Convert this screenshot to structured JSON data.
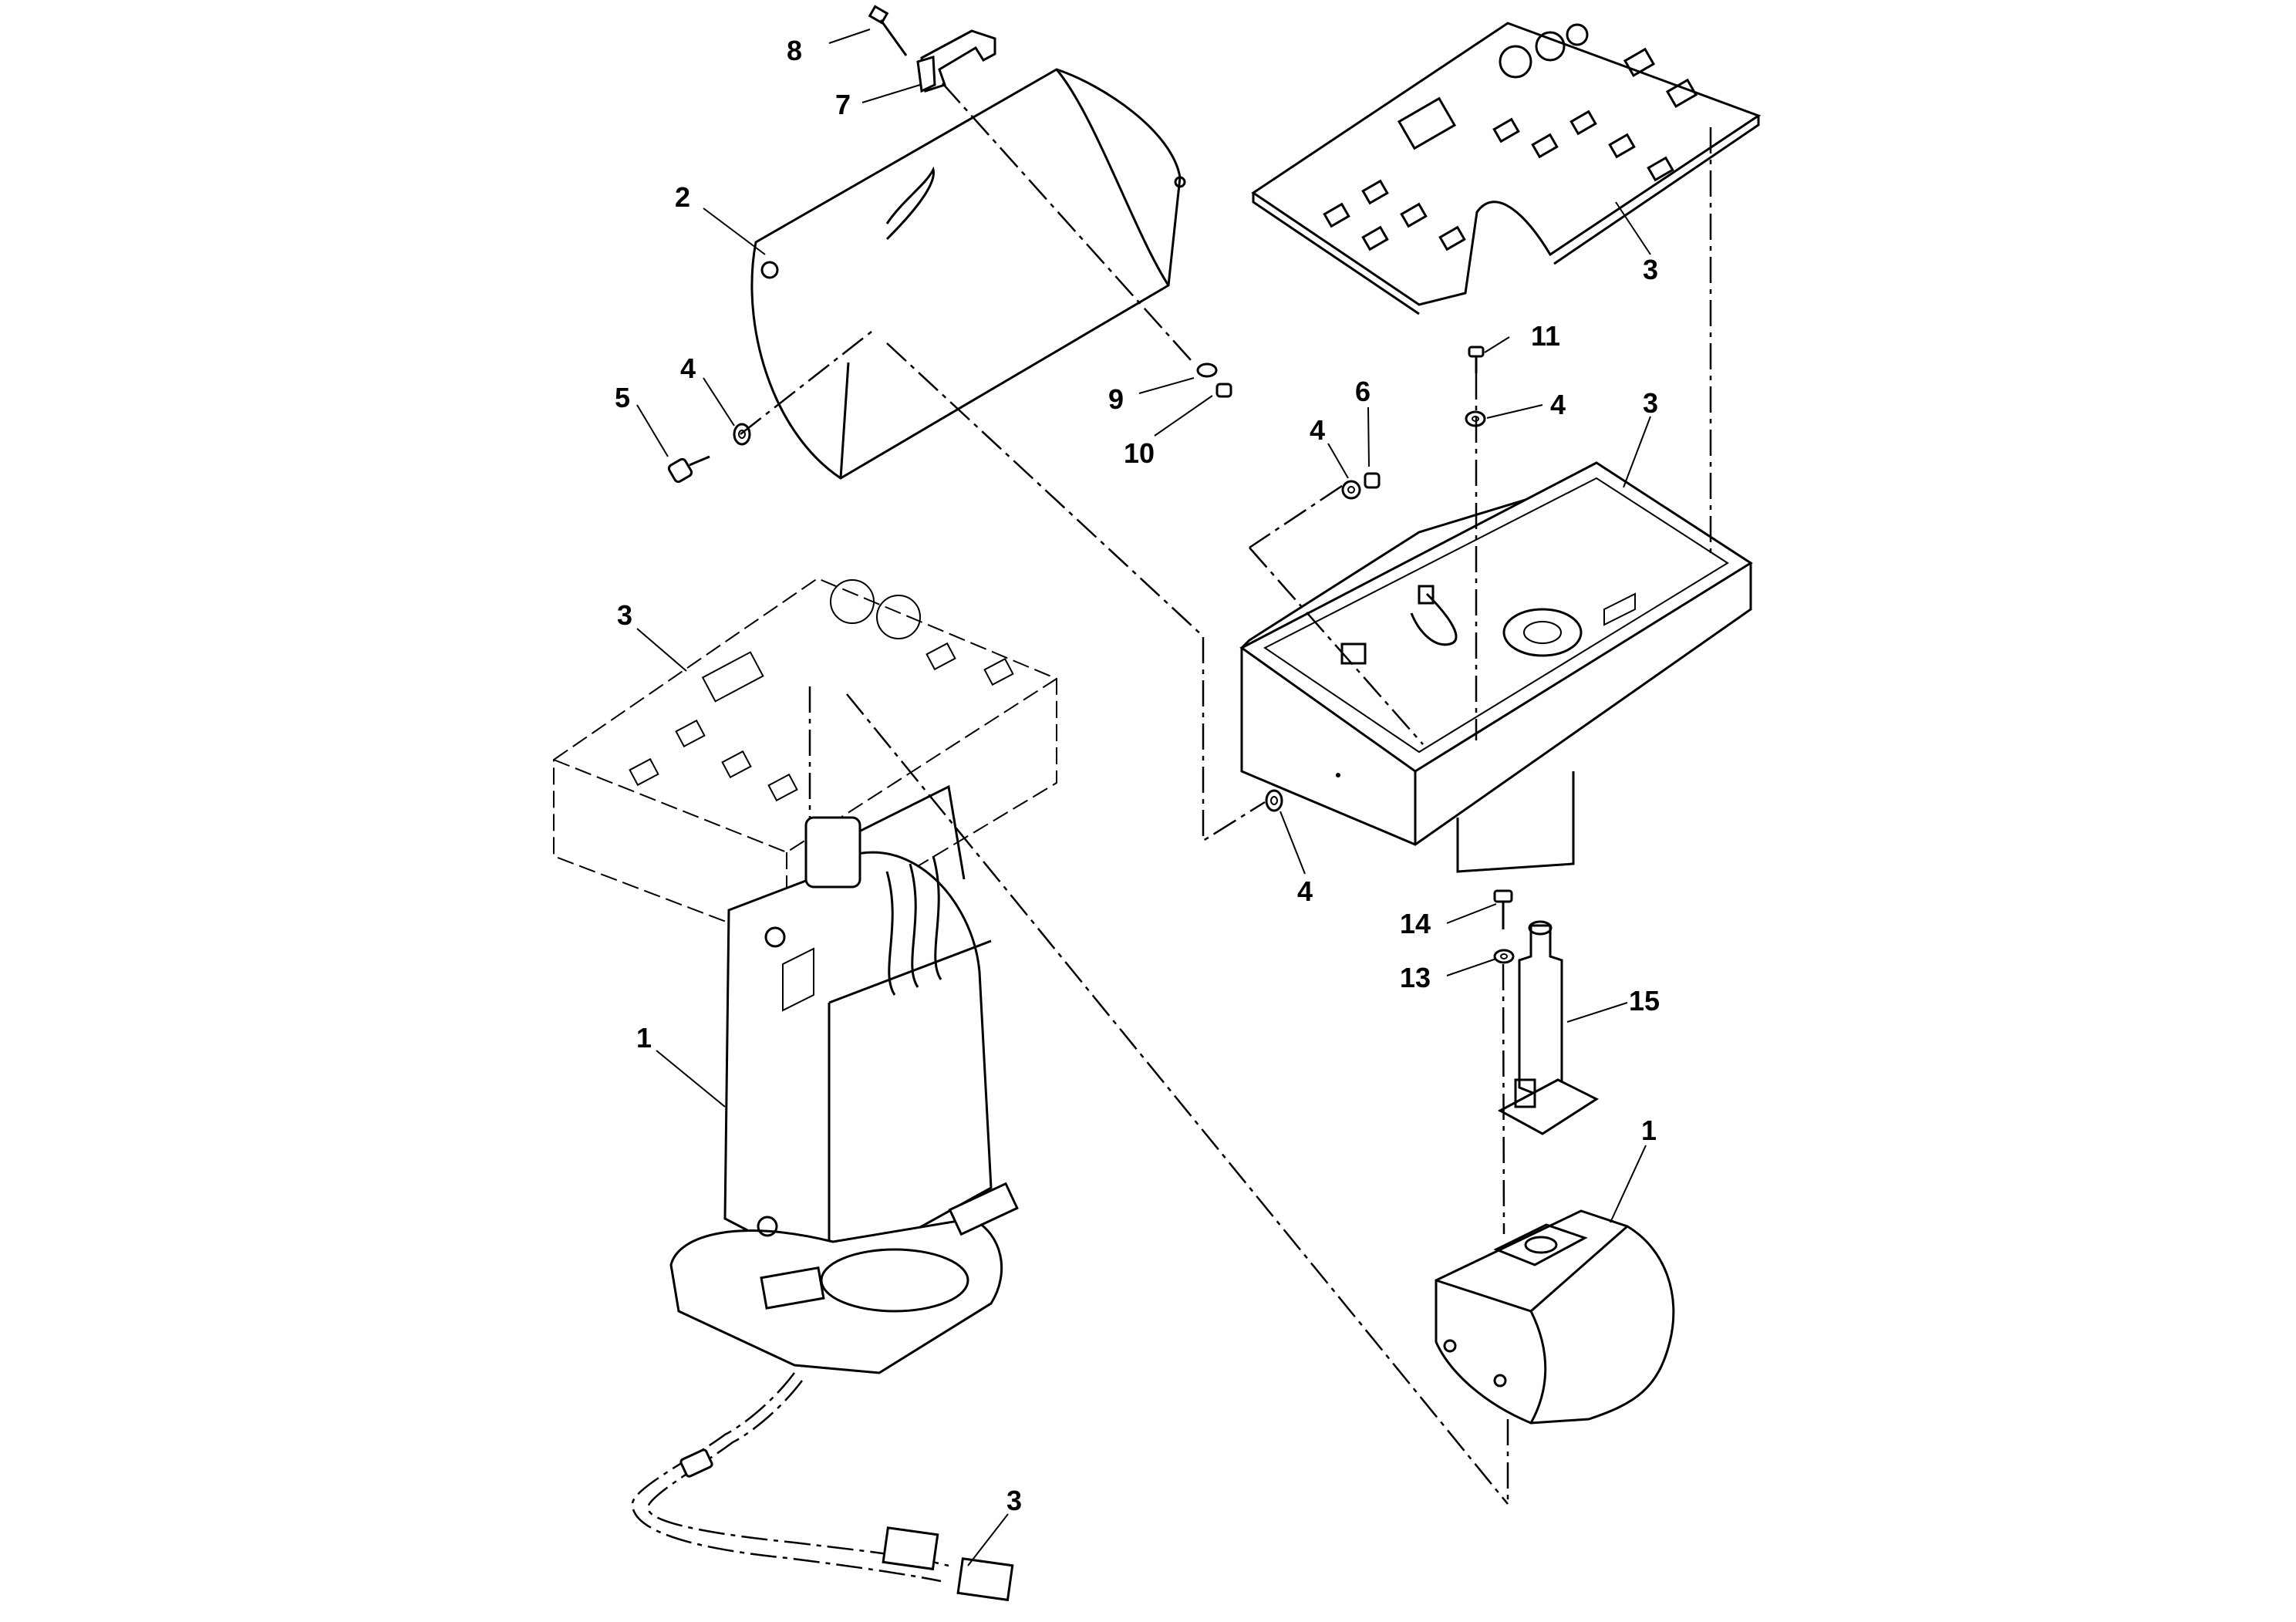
{
  "callouts": [
    {
      "id": "c8",
      "text": "8"
    },
    {
      "id": "c7",
      "text": "7"
    },
    {
      "id": "c2",
      "text": "2"
    },
    {
      "id": "c4a",
      "text": "4"
    },
    {
      "id": "c5",
      "text": "5"
    },
    {
      "id": "c9",
      "text": "9"
    },
    {
      "id": "c10",
      "text": "10"
    },
    {
      "id": "c3a",
      "text": "3"
    },
    {
      "id": "c11",
      "text": "11"
    },
    {
      "id": "c4b",
      "text": "4"
    },
    {
      "id": "c6",
      "text": "6"
    },
    {
      "id": "c4c",
      "text": "4"
    },
    {
      "id": "c3b",
      "text": "3"
    },
    {
      "id": "c3c",
      "text": "3"
    },
    {
      "id": "c4d",
      "text": "4"
    },
    {
      "id": "c14",
      "text": "14"
    },
    {
      "id": "c13",
      "text": "13"
    },
    {
      "id": "c15",
      "text": "15"
    },
    {
      "id": "c1a",
      "text": "1"
    },
    {
      "id": "c1b",
      "text": "1"
    },
    {
      "id": "c3d",
      "text": "3"
    }
  ]
}
